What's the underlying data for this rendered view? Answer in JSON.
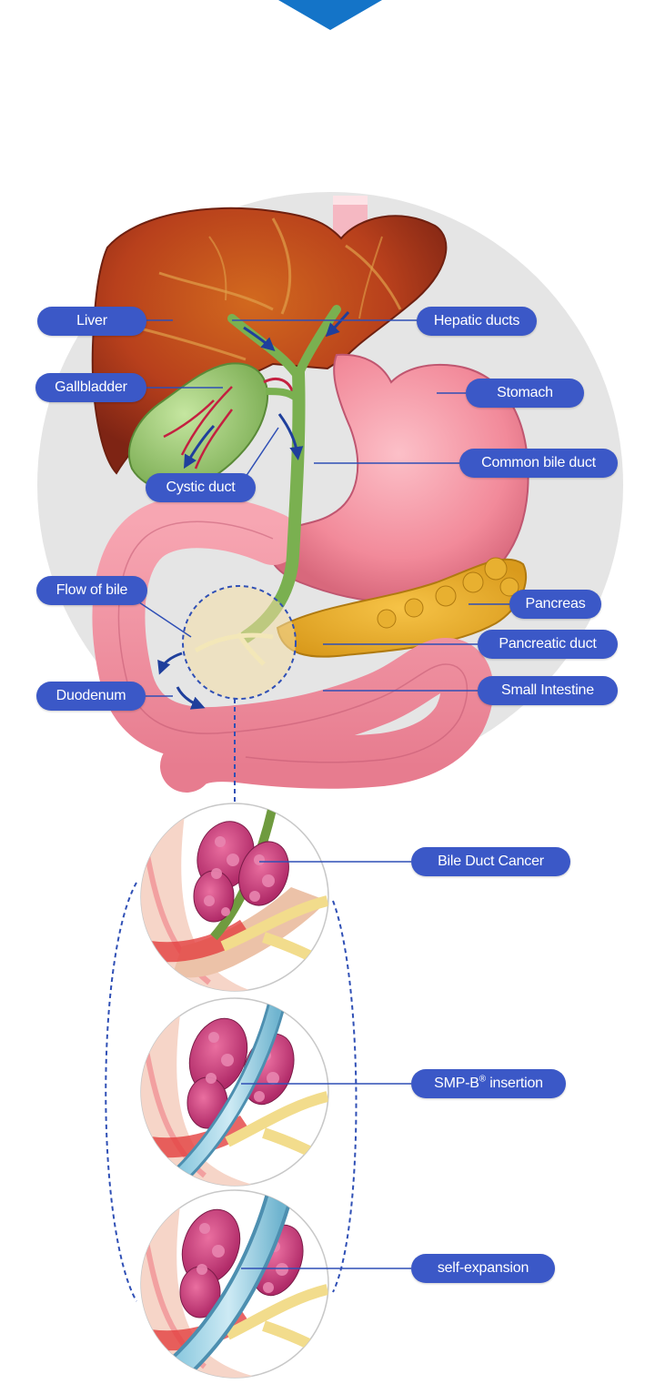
{
  "colors": {
    "label_bg": "#3b58c7",
    "label_text": "#ffffff",
    "leader_line": "#2f4fb5",
    "top_marker": "#1474c8",
    "backdrop_circle": "#e5e5e5"
  },
  "labels": {
    "liver": "Liver",
    "hepatic_ducts": "Hepatic ducts",
    "gallbladder": "Gallbladder",
    "stomach": "Stomach",
    "common_bile_duct": "Common bile duct",
    "cystic_duct": "Cystic duct",
    "flow_of_bile": "Flow of bile",
    "pancreas": "Pancreas",
    "pancreatic_duct": "Pancreatic duct",
    "duodenum": "Duodenum",
    "small_intestine": "Small Intestine",
    "bile_duct_cancer": "Bile Duct Cancer",
    "smp_insertion_prefix": "SMP-B",
    "smp_insertion_mark": "®",
    "smp_insertion_suffix": " insertion",
    "self_expansion": "self-expansion"
  }
}
